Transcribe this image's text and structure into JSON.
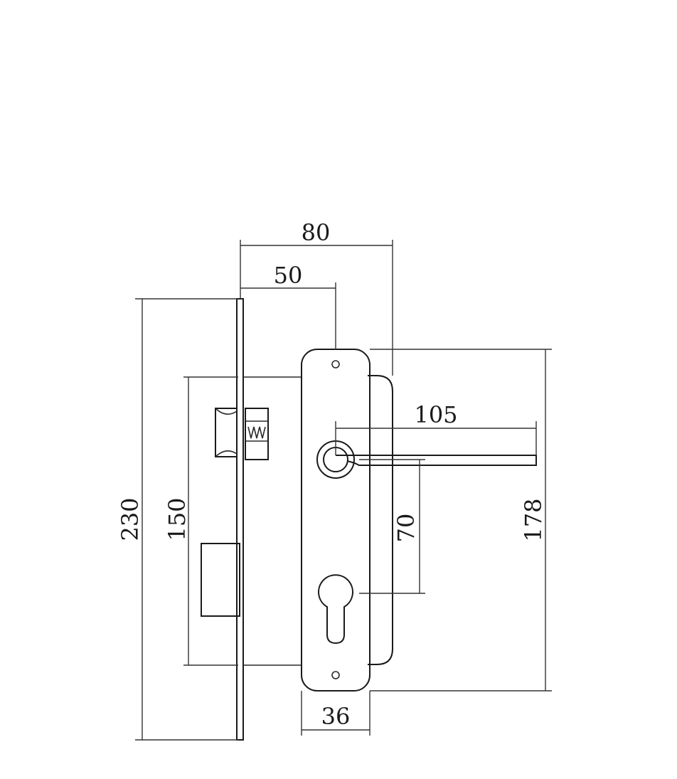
{
  "dimensions": {
    "total_height": "230",
    "case_height": "150",
    "backset": "50",
    "overall_depth": "80",
    "handle_length": "105",
    "center_distance": "70",
    "plate_height": "178",
    "plate_width": "36"
  },
  "colors": {
    "line": "#1a1a1a",
    "background": "#ffffff"
  }
}
